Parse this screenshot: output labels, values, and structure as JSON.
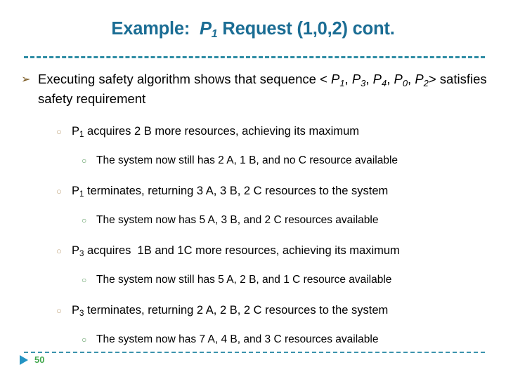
{
  "slide": {
    "title": {
      "prefix": "Example:",
      "process": "P",
      "process_sub": "1",
      "suffix": "Request (1,0,2) cont.",
      "full_text": "Example:  P1 Request (1,0,2) cont.",
      "color": "#1b6d94"
    },
    "divider": {
      "style": "dashed",
      "color": "#2e8ca4"
    },
    "bullets": [
      {
        "level": 1,
        "glyph": "➢",
        "glyph_name": "arrow-bullet",
        "glyph_color": "#7a5a22",
        "parts": [
          {
            "type": "text",
            "text": "Executing safety algorithm shows that sequence < "
          },
          {
            "type": "var",
            "base": "P",
            "sub": "1"
          },
          {
            "type": "text",
            "text": ", "
          },
          {
            "type": "var",
            "base": "P",
            "sub": "3"
          },
          {
            "type": "text",
            "text": ", "
          },
          {
            "type": "var",
            "base": "P",
            "sub": "4"
          },
          {
            "type": "text",
            "text": ", "
          },
          {
            "type": "var",
            "base": "P",
            "sub": "0"
          },
          {
            "type": "text",
            "text": ", "
          },
          {
            "type": "var",
            "base": "P",
            "sub": "2"
          },
          {
            "type": "text",
            "text": "> satisfies safety requirement"
          }
        ],
        "plain_text": "Executing safety algorithm shows that sequence < P1, P3, P4, P0, P2> satisfies safety requirement"
      },
      {
        "level": 2,
        "glyph": "○",
        "glyph_name": "circle-bullet",
        "glyph_color": "#c3a882",
        "proc_base": "P",
        "proc_sub": "1",
        "rest": " acquires 2 B more resources, achieving its maximum",
        "plain_text": "P1 acquires 2 B more resources, achieving its maximum"
      },
      {
        "level": 3,
        "glyph": "○",
        "glyph_name": "circle-bullet",
        "glyph_color": "#5f9e63",
        "text": "The system now still has 2 A, 1 B, and no C resource available"
      },
      {
        "level": 2,
        "glyph": "○",
        "glyph_name": "circle-bullet",
        "glyph_color": "#c3a882",
        "proc_base": "P",
        "proc_sub": "1",
        "rest": " terminates, returning 3 A, 3 B, 2 C resources to the system",
        "plain_text": "P1 terminates, returning 3 A, 3 B, 2 C resources to the system"
      },
      {
        "level": 3,
        "glyph": "○",
        "glyph_name": "circle-bullet",
        "glyph_color": "#5f9e63",
        "text": "The system now has 5 A, 3 B, and 2 C resources available"
      },
      {
        "level": 2,
        "glyph": "○",
        "glyph_name": "circle-bullet",
        "glyph_color": "#c3a882",
        "proc_base": "P",
        "proc_sub": "3",
        "rest": " acquires  1B and 1C more resources, achieving its maximum",
        "plain_text": "P3 acquires  1B and 1C more resources, achieving its maximum"
      },
      {
        "level": 3,
        "glyph": "○",
        "glyph_name": "circle-bullet",
        "glyph_color": "#5f9e63",
        "text": "The system now still has 5 A, 2 B, and 1 C resource available"
      },
      {
        "level": 2,
        "glyph": "○",
        "glyph_name": "circle-bullet",
        "glyph_color": "#c3a882",
        "proc_base": "P",
        "proc_sub": "3",
        "rest": " terminates, returning 2 A, 2 B, 2 C resources to the system",
        "plain_text": "P3 terminates, returning 2 A, 2 B, 2 C resources to the system"
      },
      {
        "level": 3,
        "glyph": "○",
        "glyph_name": "circle-bullet",
        "glyph_color": "#5f9e63",
        "text": "The system now has 7 A, 4 B, and 3 C resources available"
      }
    ],
    "footer": {
      "marker_icon": "play-triangle-icon",
      "marker_color": "#2494c4",
      "page_number": "50",
      "page_number_color": "#43a84e"
    }
  }
}
